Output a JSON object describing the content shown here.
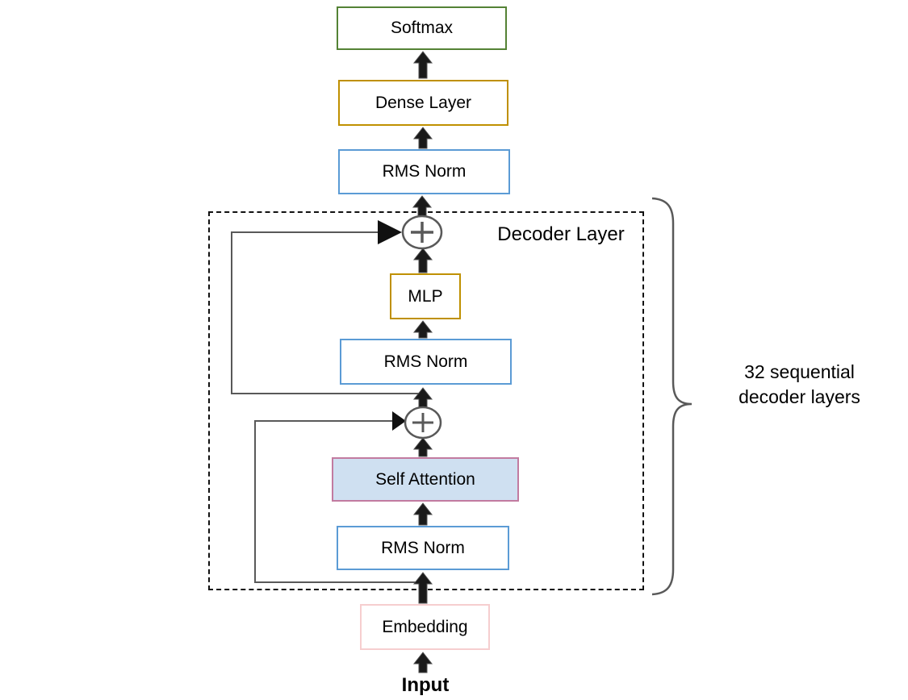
{
  "diagram": {
    "boxes": {
      "softmax": "Softmax",
      "dense": "Dense Layer",
      "rms_top": "RMS Norm",
      "mlp": "MLP",
      "rms_mid": "RMS Norm",
      "self_attention": "Self Attention",
      "rms_bottom": "RMS Norm",
      "embedding": "Embedding"
    },
    "labels": {
      "decoder_layer": "Decoder Layer",
      "brace_annotation": "32 sequential decoder layers",
      "input": "Input"
    },
    "colors": {
      "softmax_border": "#548235",
      "dense_border": "#bf9000",
      "rms_border": "#5b9bd5",
      "mlp_border": "#bf9000",
      "self_attention_border": "#c27ba0",
      "self_attention_fill": "#cfe0f1",
      "embedding_border": "#f6cecf",
      "arrow": "#1a1a1a",
      "connector": "#595959"
    }
  }
}
